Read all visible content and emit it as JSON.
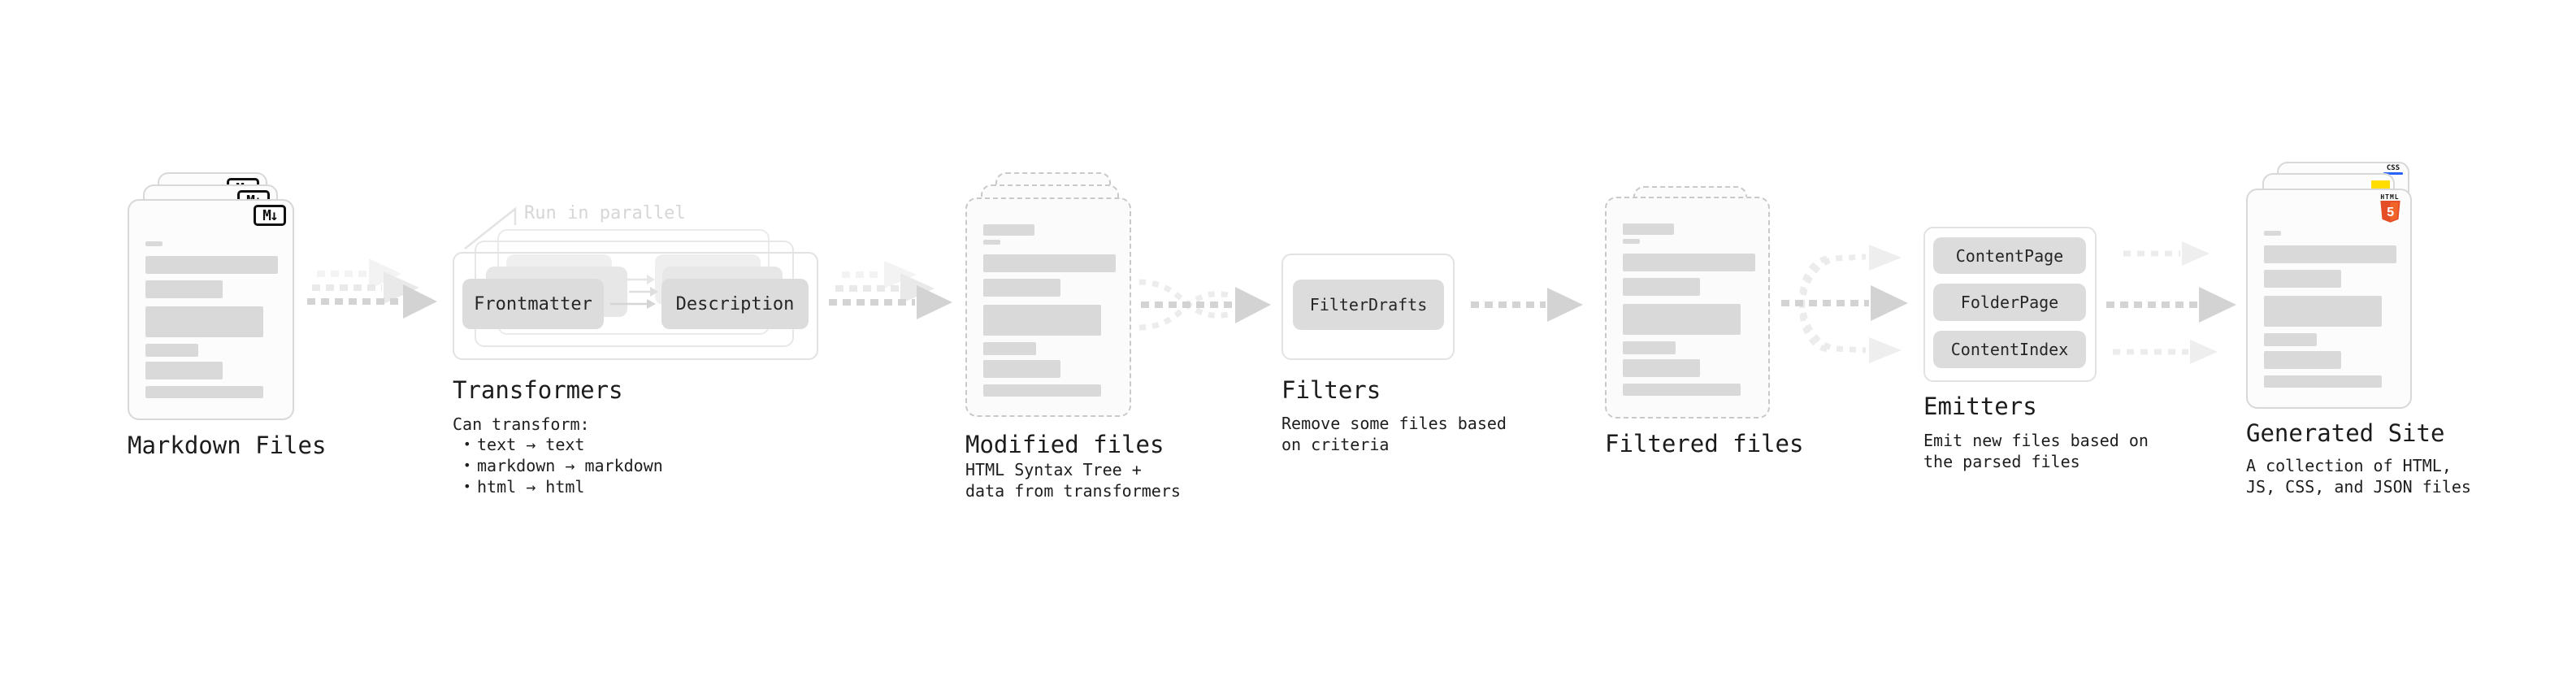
{
  "colors": {
    "arrow_main": "#d3d3d3",
    "arrow_ghost": "#e9e9e9",
    "arrow_faint": "#ececec",
    "placeholder_bar": "#d9d9d9",
    "html5_orange": "#e44d26",
    "html5_orange_light": "#f16529",
    "js_yellow": "#ffdd00",
    "css_blue": "#2962f5"
  },
  "stages": {
    "markdown": {
      "label": "Markdown Files",
      "badge": "M↓"
    },
    "transformers": {
      "label": "Transformers",
      "callout": "Run in parallel",
      "pill_frontmatter": "Frontmatter",
      "pill_description": "Description",
      "note_heading": "Can transform:",
      "bullets": [
        "text → text",
        "markdown → markdown",
        "html → html"
      ]
    },
    "modified": {
      "label": "Modified files",
      "subtitle": "HTML Syntax Tree +\ndata from transformers"
    },
    "filters": {
      "label": "Filters",
      "pill": "FilterDrafts",
      "subtitle": "Remove some files based\non criteria"
    },
    "filtered": {
      "label": "Filtered files"
    },
    "emitters": {
      "label": "Emitters",
      "pills": [
        "ContentPage",
        "FolderPage",
        "ContentIndex"
      ],
      "subtitle": "Emit new files based on\nthe parsed files"
    },
    "generated": {
      "label": "Generated Site",
      "subtitle": "A collection of HTML,\nJS, CSS, and JSON files",
      "badge_css_label": "CSS",
      "badge_html_label": "HTML",
      "badge_html_number": "5"
    }
  }
}
